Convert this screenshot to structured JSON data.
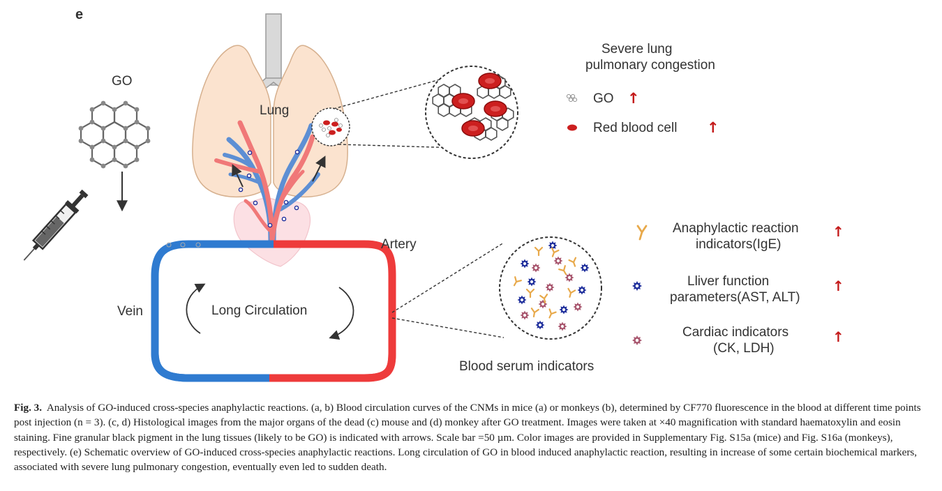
{
  "panel_label": "e",
  "labels": {
    "go": "GO",
    "lung": "Lung",
    "artery": "Artery",
    "vein": "Vein",
    "long_circulation": "Long Circulation",
    "blood_serum_indicators": "Blood serum indicators"
  },
  "lung_legend": {
    "title_line1": "Severe lung",
    "title_line2": "pulmonary congestion",
    "items": [
      {
        "label": "GO",
        "trend": "↑"
      },
      {
        "label": "Red blood cell",
        "trend": "↑"
      }
    ]
  },
  "serum_legend": [
    {
      "line1": "Anaphylactic reaction",
      "line2": "indicators(IgE)",
      "trend": "↑",
      "icon": "y-antibody-icon",
      "color": "#e8a94a"
    },
    {
      "line1": "Lliver function",
      "line2": "parameters(AST, ALT)",
      "trend": "↑",
      "icon": "blue-star-icon",
      "color": "#1f2f9c"
    },
    {
      "line1": "Cardiac indicators",
      "line2": "(CK, LDH)",
      "trend": "↑",
      "icon": "pink-star-icon",
      "color": "#a8566e"
    }
  ],
  "colors": {
    "artery": "#ee3b3b",
    "vein": "#2f7bd0",
    "lung_fill": "#fbe3cf",
    "rbc": "#cc1f1f",
    "trend": "#c41a1a"
  },
  "caption": {
    "label": "Fig. 3.",
    "text": "Analysis of GO-induced cross-species anaphylactic reactions. (a, b) Blood circulation curves of the CNMs in mice (a) or monkeys (b), determined by CF770 fluorescence in the blood at different time points post injection (n = 3). (c, d) Histological images from the major organs of the dead (c) mouse and (d) monkey after GO treatment. Images were taken at ×40 magnification with standard haematoxylin and eosin staining. Fine granular black pigment in the lung tissues (likely to be GO) is indicated with arrows. Scale bar =50 µm. Color images are provided in Supplementary Fig. S15a (mice) and Fig. S16a (monkeys), respectively. (e) Schematic overview of GO-induced cross-species anaphylactic reactions. Long circulation of GO in blood induced anaphylactic reaction, resulting in increase of some certain biochemical markers, associated with severe lung pulmonary congestion, eventually even led to sudden death."
  }
}
